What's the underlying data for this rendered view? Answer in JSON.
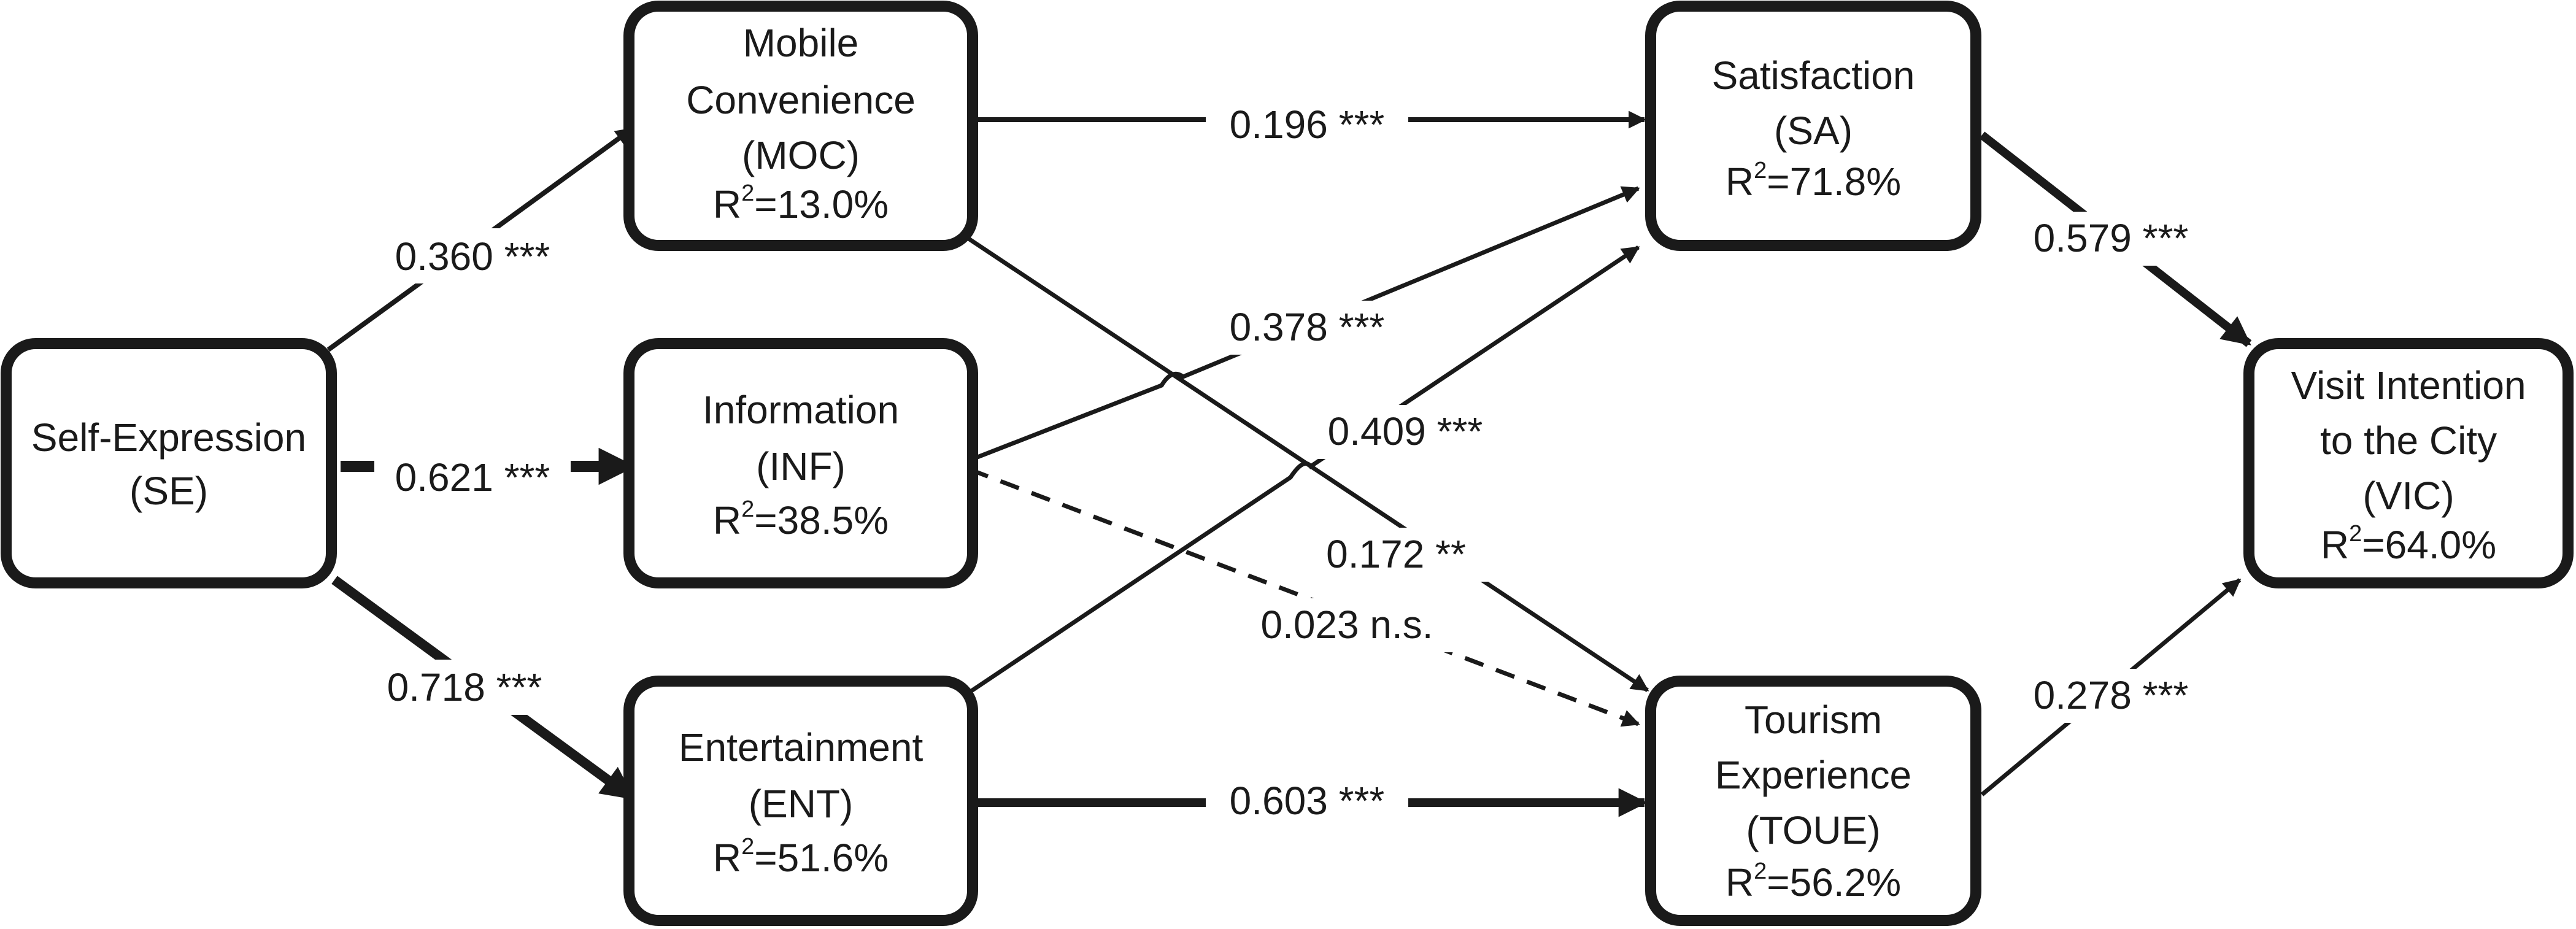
{
  "diagram": {
    "nodes": {
      "se": {
        "lines": [
          "Self-Expression",
          "(SE)"
        ]
      },
      "moc": {
        "lines": [
          "Mobile",
          "Convenience",
          "(MOC)"
        ],
        "r2_prefix": "R",
        "r2_sup": "2",
        "r2_value": "=13.0%"
      },
      "inf": {
        "lines": [
          "Information",
          "(INF)"
        ],
        "r2_prefix": "R",
        "r2_sup": "2",
        "r2_value": "=38.5%"
      },
      "ent": {
        "lines": [
          "Entertainment",
          "(ENT)"
        ],
        "r2_prefix": "R",
        "r2_sup": "2",
        "r2_value": "=51.6%"
      },
      "sa": {
        "lines": [
          "Satisfaction",
          "(SA)"
        ],
        "r2_prefix": "R",
        "r2_sup": "2",
        "r2_value": "=71.8%"
      },
      "toue": {
        "lines": [
          "Tourism",
          "Experience",
          "(TOUE)"
        ],
        "r2_prefix": "R",
        "r2_sup": "2",
        "r2_value": "=56.2%"
      },
      "vic": {
        "lines": [
          "Visit Intention",
          "to the City",
          "(VIC)"
        ],
        "r2_prefix": "R",
        "r2_sup": "2",
        "r2_value": "=64.0%"
      }
    },
    "paths": {
      "se_moc": {
        "label": "0.360 ***",
        "style": "solid"
      },
      "se_inf": {
        "label": "0.621 ***",
        "style": "solid"
      },
      "se_ent": {
        "label": "0.718 ***",
        "style": "solid"
      },
      "moc_sa": {
        "label": "0.196 ***",
        "style": "solid"
      },
      "moc_toue": {
        "label": "0.172 **",
        "style": "solid"
      },
      "inf_sa": {
        "label": "0.378 ***",
        "style": "solid"
      },
      "inf_toue": {
        "label": "0.023 n.s.",
        "style": "dashed"
      },
      "ent_sa": {
        "label": "0.409 ***",
        "style": "solid"
      },
      "ent_toue": {
        "label": "0.603 ***",
        "style": "solid"
      },
      "sa_vic": {
        "label": "0.579 ***",
        "style": "solid"
      },
      "toue_vic": {
        "label": "0.278 ***",
        "style": "solid"
      }
    }
  }
}
